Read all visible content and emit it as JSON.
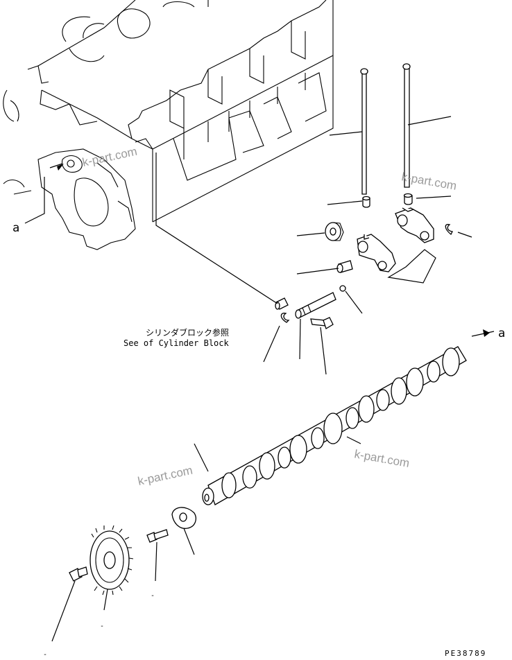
{
  "callout_letters": {
    "left_ref": "a",
    "right_ref": "a"
  },
  "reference_note": {
    "japanese": "シリンダブロック参照",
    "english": "See of Cylinder Block"
  },
  "watermark": {
    "text": "k-part.com",
    "color": "#9a9a9a"
  },
  "drawing_number": "PE38789",
  "minor_marks": [
    "-",
    "-",
    "-"
  ]
}
